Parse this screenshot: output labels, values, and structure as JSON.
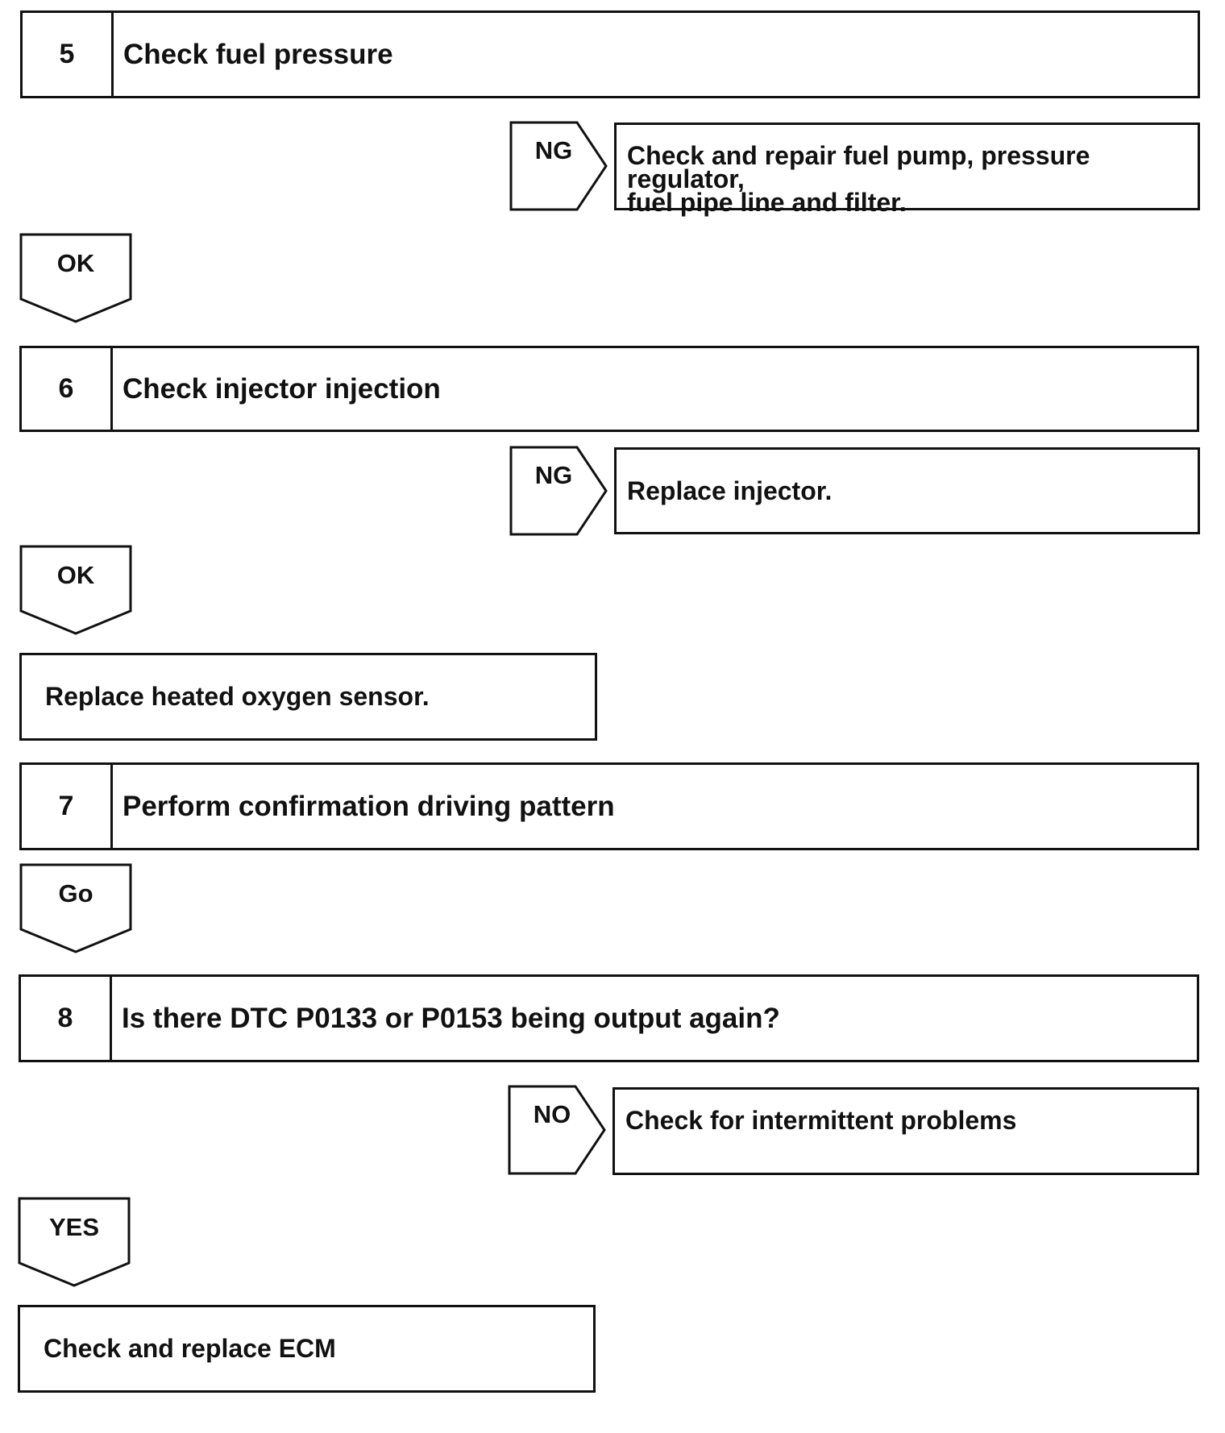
{
  "steps": [
    {
      "number": "5",
      "title": "Check fuel pressure"
    },
    {
      "number": "6",
      "title": "Check injector injection"
    },
    {
      "number": "7",
      "title": "Perform confirmation driving pattern"
    },
    {
      "number": "8",
      "title": "Is there DTC P0133 or P0153 being output again?"
    }
  ],
  "branches": {
    "step5_ng": {
      "label": "NG",
      "result_line1": "Check and repair fuel pump, pressure regulator,",
      "result_line2": "fuel pipe line and filter."
    },
    "step6_ng": {
      "label": "NG",
      "result": "Replace injector."
    },
    "step8_no": {
      "label": "NO",
      "result": "Check for intermittent problems"
    }
  },
  "flow_labels": {
    "step5_ok": "OK",
    "step6_ok": "OK",
    "step7_go": "Go",
    "step8_yes": "YES"
  },
  "actions": {
    "after_step6": "Replace heated oxygen sensor.",
    "after_step8": "Check and replace ECM"
  }
}
